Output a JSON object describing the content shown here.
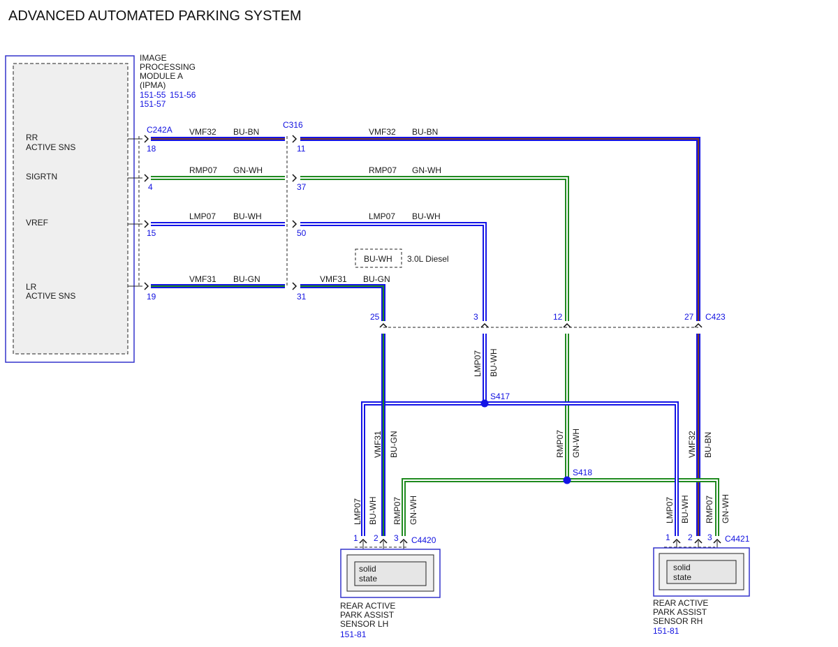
{
  "title": "ADVANCED AUTOMATED PARKING SYSTEM",
  "colors": {
    "blue": "#1414e6",
    "green": "#1f8a1f",
    "brown": "#7a3a2a",
    "white": "#ffffff",
    "label_blue": "#1010e0",
    "box_blue": "#3333cc"
  },
  "module": {
    "name_lines": [
      "IMAGE",
      "PROCESSING",
      "MODULE A",
      "(IPMA)"
    ],
    "refs": [
      "151-55",
      "151-56",
      "151-57"
    ],
    "pins": [
      {
        "lines": [
          "RR",
          "ACTIVE SNS"
        ]
      },
      {
        "lines": [
          "SIGRTN"
        ]
      },
      {
        "lines": [
          "VREF"
        ]
      },
      {
        "lines": [
          "LR",
          "ACTIVE SNS"
        ]
      }
    ]
  },
  "connectors": {
    "c242a": "C242A",
    "c316": "C316",
    "c423": "C423",
    "c4420": "C4420",
    "c4421": "C4421"
  },
  "pin_numbers": {
    "c242a": [
      "18",
      "4",
      "15",
      "19"
    ],
    "c316": [
      "11",
      "37",
      "50",
      "31"
    ],
    "c423": [
      "25",
      "3",
      "12",
      "27"
    ],
    "c4420": [
      "1",
      "2",
      "3"
    ],
    "c4421": [
      "1",
      "2",
      "3"
    ]
  },
  "circuits": {
    "vmf32": "VMF32",
    "rmp07": "RMP07",
    "lmp07": "LMP07",
    "vmf31": "VMF31",
    "bu_bn": "BU-BN",
    "gn_wh": "GN-WH",
    "bu_wh": "BU-WH",
    "bu_gn": "BU-GN"
  },
  "option_note": {
    "wire": "BU-WH",
    "text": "3.0L Diesel"
  },
  "splices": {
    "s417": "S417",
    "s418": "S418"
  },
  "sensors": [
    {
      "inner_lines": [
        "solid",
        "state"
      ],
      "name_lines": [
        "REAR ACTIVE",
        "PARK ASSIST",
        "SENSOR LH"
      ],
      "ref": "151-81"
    },
    {
      "inner_lines": [
        "solid",
        "state"
      ],
      "name_lines": [
        "REAR ACTIVE",
        "PARK ASSIST",
        "SENSOR RH"
      ],
      "ref": "151-81"
    }
  ]
}
